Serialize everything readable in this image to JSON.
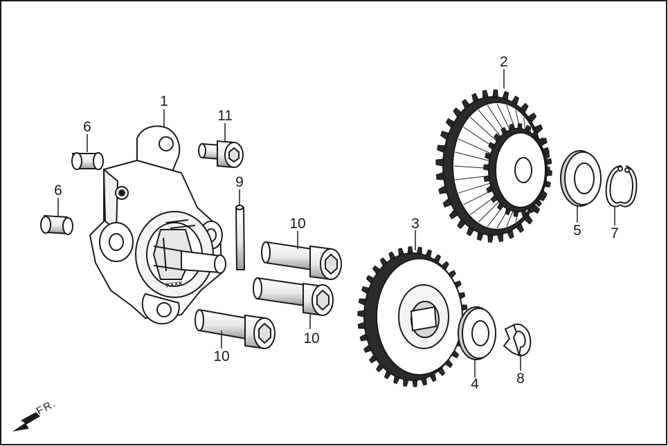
{
  "diagram": {
    "callouts": {
      "oil_pump_body": "1",
      "driven_gear_large": "2",
      "drive_gear": "3",
      "washer_small": "4",
      "washer_large": "5",
      "dowel_upper": "6",
      "dowel_lower": "6",
      "circlip": "7",
      "e_clip": "8",
      "pin": "9",
      "bolt_upper": "10",
      "bolt_middle": "10",
      "bolt_lower": "10",
      "bolt_short": "11"
    },
    "front_indicator": "FR.",
    "body_marking": "XXXX"
  },
  "colors": {
    "ink": "#1a1a1a",
    "gear_fill": "#2b2b2b",
    "background": "#ffffff"
  }
}
